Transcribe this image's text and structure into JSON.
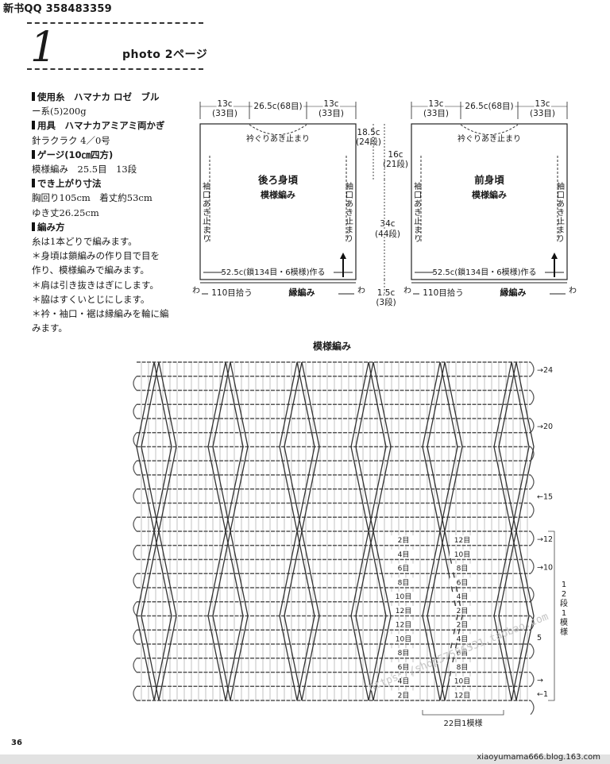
{
  "header": {
    "qq": "新书QQ 358483359",
    "pattern_number": "1",
    "photo_ref": "photo  2ページ"
  },
  "spec": [
    {
      "text": "使用糸　ハマナカ ロゼ　ブル",
      "head": true
    },
    {
      "text": "ー系(5)200g",
      "head": false
    },
    {
      "text": "用具　ハマナカアミアミ両かぎ",
      "head": true
    },
    {
      "text": "針ラクラク 4／0号",
      "head": false
    },
    {
      "text": "ゲージ(10㎝四方)",
      "head": true
    },
    {
      "text": "模様編み　25.5目　13段",
      "head": false
    },
    {
      "text": "でき上がり寸法",
      "head": true
    },
    {
      "text": "胸回り105cm　着丈約53cm",
      "head": false
    },
    {
      "text": "ゆき丈26.25cm",
      "head": false
    },
    {
      "text": "編み方",
      "head": true
    },
    {
      "text": "糸は1本どりで編みます。",
      "head": false
    },
    {
      "text": "＊身頃は鎖編みの作り目で目を",
      "head": false
    },
    {
      "text": "作り、模様編みで編みます。",
      "head": false
    },
    {
      "text": "＊肩は引き抜きはぎにします。",
      "head": false
    },
    {
      "text": "＊脇はすくいとじにします。",
      "head": false
    },
    {
      "text": "＊衿・袖口・裾は縁編みを輪に編",
      "head": false
    },
    {
      "text": "みます。",
      "head": false
    }
  ],
  "schematic": {
    "back": {
      "title": "後ろ身頃",
      "stitch": "模様編み"
    },
    "front": {
      "title": "前身頃",
      "stitch": "模様編み"
    },
    "top_left": "13c",
    "top_left_sts": "(33目)",
    "top_mid": "26.5c(68目)",
    "top_right": "13c",
    "top_right_sts": "(33目)",
    "neck": "衿ぐりあき止まり",
    "armhole": "袖口あき止まり",
    "bottom": "52.5c(鎖134目・6模様)作る",
    "pickup": "110目拾う",
    "border": "縁編み",
    "wa": "わ",
    "d1": "18.5c",
    "d1s": "(24段)",
    "d2": "16c",
    "d2s": "(21段)",
    "d3": "34c",
    "d3s": "(44段)",
    "d4": "1.5c",
    "d4s": "(3段)"
  },
  "chart": {
    "title": "模様編み",
    "rows_right": [
      "→24",
      "→20",
      "←15",
      "→12",
      "→10",
      "5",
      "→",
      "←1"
    ],
    "inner_left": [
      "2目",
      "4目",
      "6目",
      "8目",
      "10目",
      "12目",
      "12目",
      "10目",
      "8目",
      "6目",
      "4目",
      "2目"
    ],
    "inner_right": [
      "12目",
      "10目",
      "8目",
      "6目",
      "4目",
      "2目",
      "2目",
      "4目",
      "6目",
      "8目",
      "10目",
      "12目"
    ],
    "repeat_rows": "12段1模様",
    "repeat_sts": "22目1模様"
  },
  "footer": {
    "page": "36",
    "url": "xiaoyumama666.blog.163.com",
    "watermark": "https://shop57556531.taobao.com"
  }
}
